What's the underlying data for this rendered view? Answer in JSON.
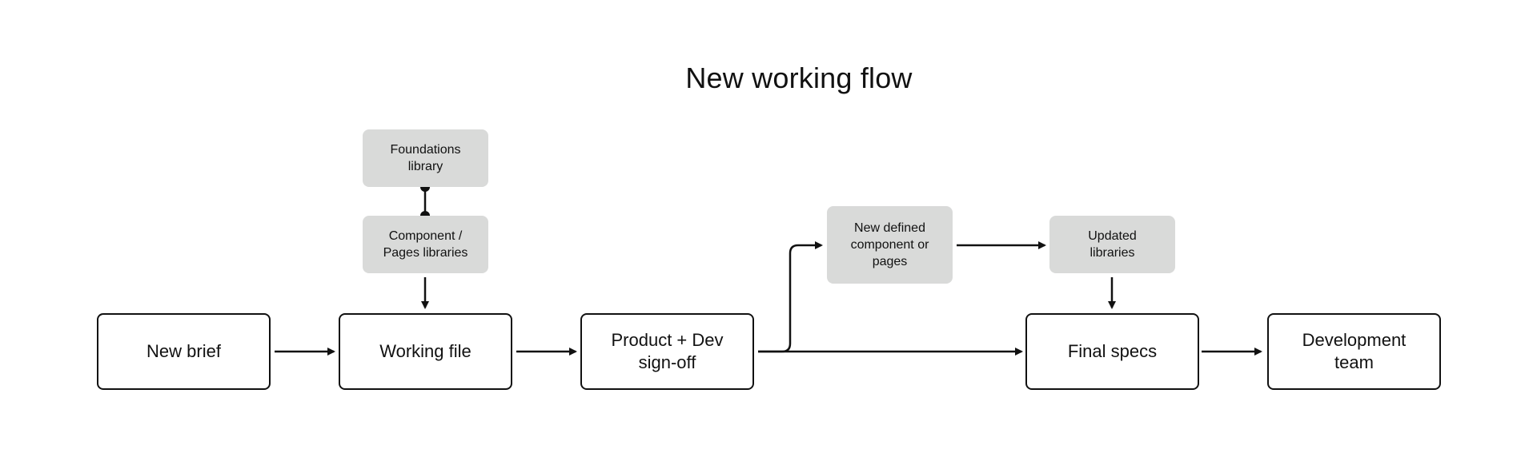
{
  "diagram": {
    "title": "New working flow",
    "nodes": {
      "new_brief": "New brief",
      "working_file": "Working file",
      "product_dev_signoff": "Product + Dev\nsign-off",
      "final_specs": "Final specs",
      "development_team": "Development\nteam",
      "foundations_library": "Foundations\nlibrary",
      "component_pages_libraries": "Component /\nPages libraries",
      "new_defined_component": "New defined\ncomponent or\npages",
      "updated_libraries": "Updated\nlibraries"
    },
    "colors": {
      "stroke": "#111111",
      "secondary_fill": "#d9dad9",
      "background": "#ffffff"
    }
  }
}
